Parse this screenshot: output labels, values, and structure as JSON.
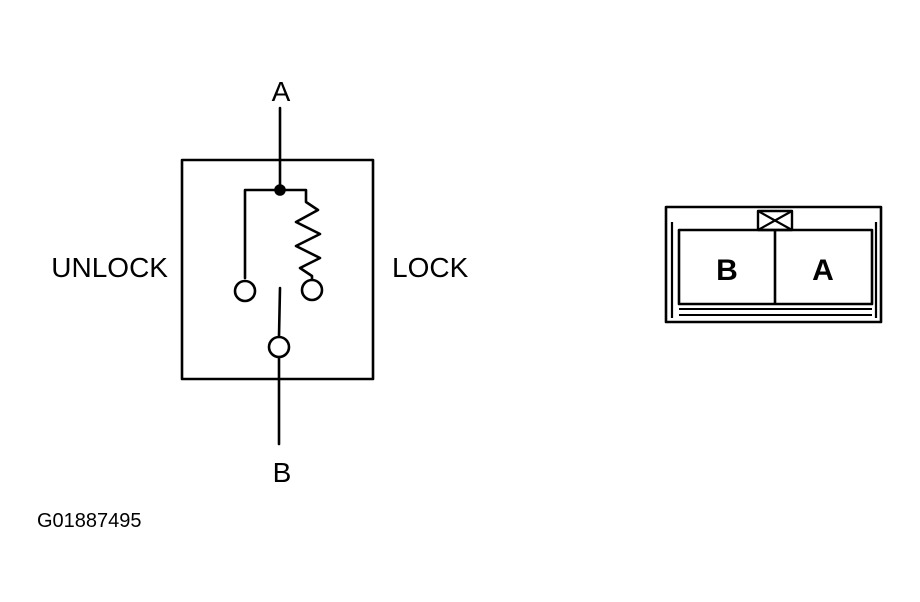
{
  "schematic": {
    "terminal_top": "A",
    "terminal_bottom": "B",
    "left_label": "UNLOCK",
    "right_label": "LOCK"
  },
  "connector": {
    "left_pin": "B",
    "right_pin": "A"
  },
  "figure_code": "G01887495"
}
